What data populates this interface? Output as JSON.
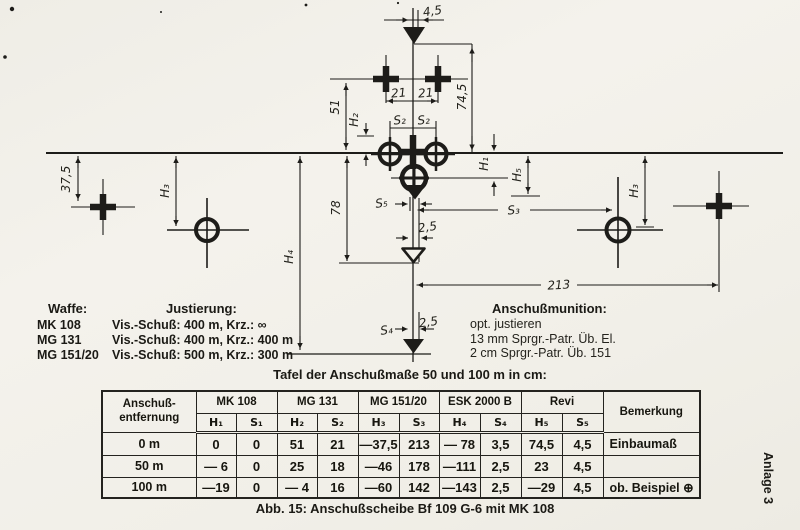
{
  "figure": {
    "labels": {
      "s5_top": "4,5",
      "revi_h": "74,5",
      "s2_l": "21",
      "s2_r": "21",
      "mg131_h": "51",
      "h2": "H₂",
      "s2a": "S₂",
      "s2b": "S₂",
      "h1": "H₁",
      "h5": "H₅",
      "s5": "S₅",
      "esk_h": "78",
      "s5_off": "2,5",
      "s3": "S₃",
      "s3_len": "213",
      "s4": "S₄",
      "s4_off": "2,5",
      "mg151_h": "37,5",
      "h3_l": "H₃",
      "h3_r": "H₃",
      "h4": "H₄"
    }
  },
  "legend": {
    "waffe_header": "Waffe:",
    "justierung_header": "Justierung:",
    "rows": [
      {
        "weapon": "MK 108",
        "justierung": "Vis.-Schuß: 400 m, Krz.: ∞"
      },
      {
        "weapon": "MG 131",
        "justierung": "Vis.-Schuß: 400 m, Krz.: 400 m"
      },
      {
        "weapon": "MG 151/20",
        "justierung": "Vis.-Schuß: 500 m, Krz.: 300 m"
      }
    ]
  },
  "munition": {
    "header": "Anschußmunition:",
    "lines": [
      "opt. justieren",
      "13 mm Sprgr.-Patr. Üb. El.",
      "2 cm Sprgr.-Patr. Üb. 151"
    ]
  },
  "table": {
    "title": "Tafel der Anschußmaße 50 und 100 m in cm:",
    "corner": [
      "Anschuß-",
      "entfernung"
    ],
    "groups": [
      "MK 108",
      "MG 131",
      "MG 151/20",
      "ESK 2000 B",
      "Revi"
    ],
    "subcols": [
      "H₁",
      "S₁",
      "H₂",
      "S₂",
      "H₃",
      "S₃",
      "H₄",
      "S₄",
      "H₅",
      "S₅"
    ],
    "note_header": "Bemerkung",
    "rows": [
      {
        "range": "0 m",
        "values": [
          "0",
          "0",
          "51",
          "21",
          "—37,5",
          "213",
          "— 78",
          "3,5",
          "74,5",
          "4,5"
        ],
        "note": "Einbaumaß"
      },
      {
        "range": "50 m",
        "values": [
          "— 6",
          "0",
          "25",
          "18",
          "—46",
          "178",
          "—111",
          "2,5",
          "23",
          "4,5"
        ],
        "note": ""
      },
      {
        "range": "100 m",
        "values": [
          "—19",
          "0",
          "— 4",
          "16",
          "—60",
          "142",
          "—143",
          "2,5",
          "—29",
          "4,5"
        ],
        "note": "ob. Beispiel ⊕"
      }
    ]
  },
  "caption": "Abb. 15: Anschußscheibe Bf 109 G-6 mit MK 108",
  "annex": "Anlage 3"
}
